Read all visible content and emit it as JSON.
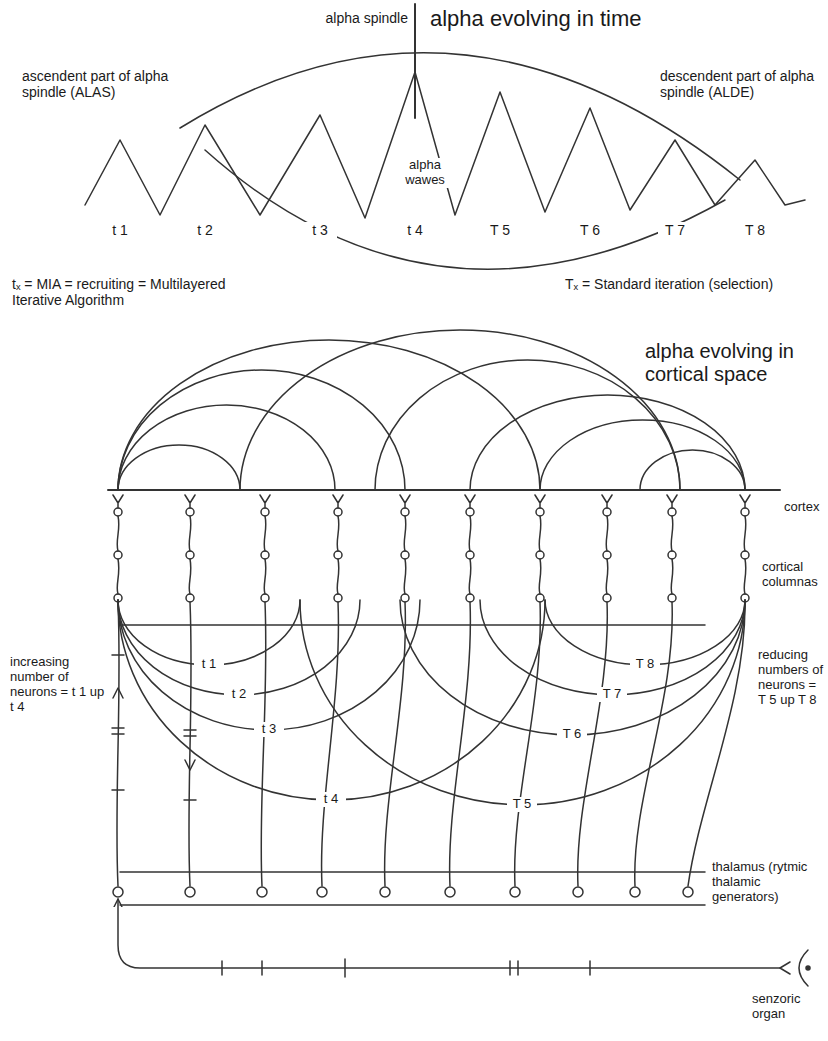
{
  "diagram": {
    "title": "alpha evolving in time",
    "labels": [
      "alpha spindle",
      "ascendent part of alpha spindle (ALAS)",
      "descendent part of alpha spindle (ALDE)",
      "alpha wawes",
      "t 1",
      "t 2",
      "t 3",
      "t 4",
      "T 5",
      "T 6",
      "T 7",
      "T 8",
      "tₓ = MIA = recruiting = Multilayered Iterative Algorithm",
      "Tₓ = Standard iteration (selection)",
      "alpha evolving in cortical space",
      "cortex",
      "cortical columnas",
      "t 1",
      "t 2",
      "t 3",
      "t 4",
      "T 8",
      "T 7",
      "T 6",
      "T 5",
      "increasing number of neurons = t 1 up t 4",
      "reducing numbers of neurons = T 5 up T 8",
      "thalamus (rytmic thalamic generators)",
      "senzoric organ"
    ]
  }
}
